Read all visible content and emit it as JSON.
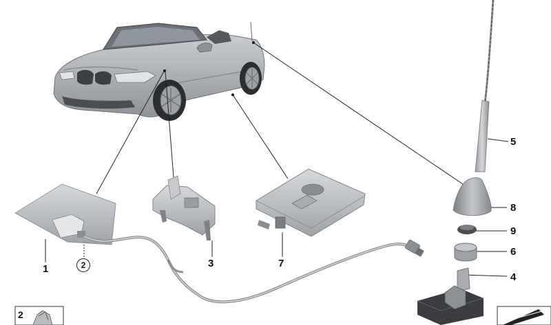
{
  "callouts": [
    {
      "id": "callout-1",
      "text": "1"
    },
    {
      "id": "callout-2-circle",
      "text": "2"
    },
    {
      "id": "callout-3",
      "text": "3"
    },
    {
      "id": "callout-7",
      "text": "7"
    },
    {
      "id": "callout-5",
      "text": "5"
    },
    {
      "id": "callout-8",
      "text": "8"
    },
    {
      "id": "callout-9",
      "text": "9"
    },
    {
      "id": "callout-6",
      "text": "6"
    },
    {
      "id": "callout-4",
      "text": "4"
    }
  ],
  "inset_label": "2",
  "colors": {
    "car_body": "#a9adb2",
    "part_grey": "#b9bcc0",
    "leader_line": "#222222",
    "dark_part": "#3a3c40"
  }
}
